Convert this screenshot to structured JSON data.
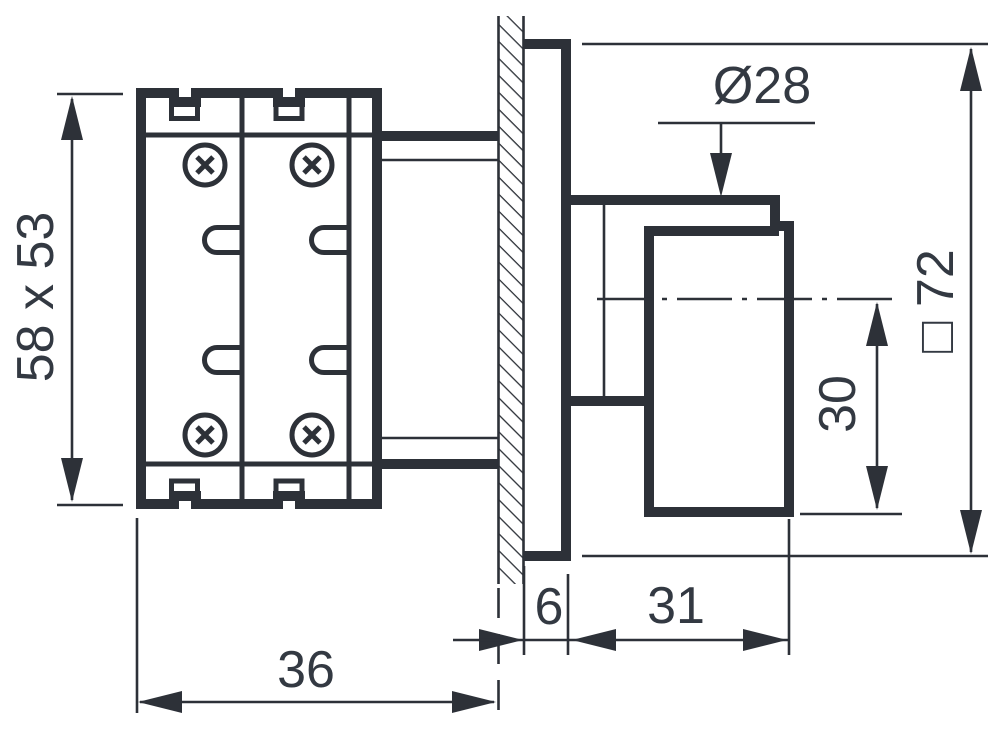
{
  "drawing": {
    "colors": {
      "line": "#2d3138",
      "text": "#333942",
      "background": "#ffffff"
    },
    "labels": {
      "rear_cutout": "58 x 53",
      "depth_behind_panel": "36",
      "bezel_thickness": "6",
      "front_projection": "31",
      "axis_to_base": "30",
      "bezel_square": "□ 72",
      "button_diameter": "Ø28"
    }
  }
}
